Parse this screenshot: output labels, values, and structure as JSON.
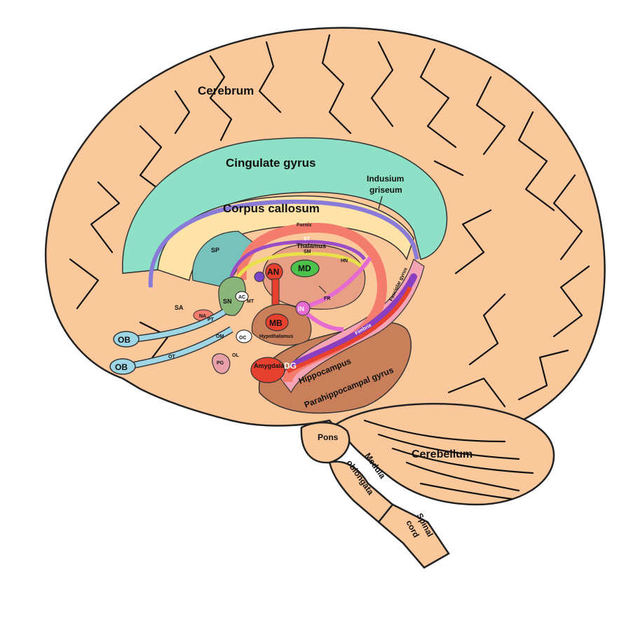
{
  "labels": {
    "cerebrum": "Cerebrum",
    "cingulate_gyrus": "Cingulate gyrus",
    "indusium_line1": "Indusium",
    "indusium_line2": "griseum",
    "corpus_callosum": "Corpus callosum",
    "fornix": "Fornix",
    "st": "ST",
    "sm": "SM",
    "thalamus": "Thalamus",
    "hn": "HN",
    "md": "MD",
    "an": "AN",
    "sp": "SP",
    "sa": "SA",
    "sn": "SN",
    "na": "NA",
    "ac": "AC",
    "mt": "MT",
    "fr": "FR",
    "in": "IN",
    "mb": "MB",
    "hypothalamus": "Hypothalamus",
    "oc": "OC",
    "pt": "PT",
    "om": "OM",
    "ol": "OL",
    "ot": "OT",
    "ob1": "OB",
    "ob2": "OB",
    "pg": "PG",
    "amygdala": "Amygdala",
    "dg": "DG",
    "hippocampus": "Hippocampus",
    "fimbria": "Fimbria",
    "fasciolar_gyrus": "Fasciolar gyrus",
    "parahippocampal_gyrus": "Parahippocampal gyrus",
    "pons": "Pons",
    "medula_line1": "Medula",
    "medula_line2": "oblongata",
    "cerebellum": "Cerebellum",
    "spinal_line1": "Spinal",
    "spinal_line2": "cord"
  },
  "colors": {
    "brain": "#FAC89A",
    "cingulate": "#8EE0C6",
    "corpus_callosum": "#FDE3A8",
    "fornix": "#F47C6C",
    "thalamus": "#E8A084",
    "md": "#4CC24A",
    "an": "#E8402E",
    "indusium": "#8A7BD8",
    "parahippocampal": "#C97F5A",
    "hippocampus": "#F4A4B4",
    "dentate": "#8A3FC0",
    "olfactory": "#9FD6E6",
    "septal": "#78C2BE"
  }
}
